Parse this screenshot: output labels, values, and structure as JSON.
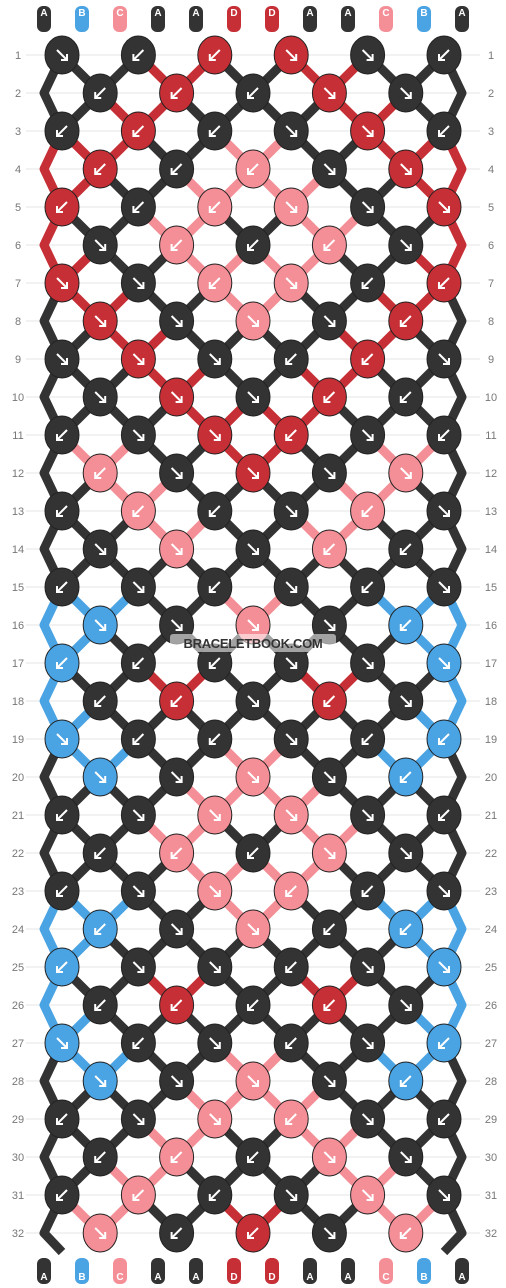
{
  "watermark": "BRACELETBOOK.COM",
  "colors": {
    "A": "#333333",
    "B": "#4aa3e3",
    "C": "#f48f97",
    "D": "#c62f35"
  },
  "strands": [
    "A",
    "B",
    "C",
    "A",
    "A",
    "D",
    "D",
    "A",
    "A",
    "C",
    "B",
    "A"
  ],
  "rows": [
    {
      "num": "1",
      "knots": [
        [
          "A",
          "r"
        ],
        [
          "A",
          "l"
        ],
        [
          "D",
          "l"
        ],
        [
          "D",
          "r"
        ],
        [
          "A",
          "r"
        ],
        [
          "A",
          "l"
        ]
      ]
    },
    {
      "num": "2",
      "knots": [
        [
          "A",
          "l"
        ],
        [
          "D",
          "l"
        ],
        [
          "A",
          "l"
        ],
        [
          "D",
          "r"
        ],
        [
          "A",
          "r"
        ]
      ]
    },
    {
      "num": "3",
      "knots": [
        [
          "A",
          "l"
        ],
        [
          "D",
          "l"
        ],
        [
          "A",
          "l"
        ],
        [
          "A",
          "r"
        ],
        [
          "D",
          "r"
        ],
        [
          "A",
          "l"
        ]
      ]
    },
    {
      "num": "4",
      "knots": [
        [
          "D",
          "l"
        ],
        [
          "A",
          "l"
        ],
        [
          "C",
          "l"
        ],
        [
          "A",
          "r"
        ],
        [
          "D",
          "r"
        ]
      ]
    },
    {
      "num": "5",
      "knots": [
        [
          "D",
          "l"
        ],
        [
          "A",
          "l"
        ],
        [
          "C",
          "l"
        ],
        [
          "C",
          "r"
        ],
        [
          "A",
          "r"
        ],
        [
          "D",
          "r"
        ]
      ]
    },
    {
      "num": "6",
      "knots": [
        [
          "A",
          "r"
        ],
        [
          "C",
          "l"
        ],
        [
          "A",
          "l"
        ],
        [
          "C",
          "l"
        ],
        [
          "A",
          "r"
        ]
      ]
    },
    {
      "num": "7",
      "knots": [
        [
          "D",
          "r"
        ],
        [
          "A",
          "r"
        ],
        [
          "C",
          "l"
        ],
        [
          "C",
          "r"
        ],
        [
          "A",
          "l"
        ],
        [
          "D",
          "l"
        ]
      ]
    },
    {
      "num": "8",
      "knots": [
        [
          "D",
          "r"
        ],
        [
          "A",
          "r"
        ],
        [
          "C",
          "r"
        ],
        [
          "A",
          "r"
        ],
        [
          "D",
          "l"
        ]
      ]
    },
    {
      "num": "9",
      "knots": [
        [
          "A",
          "r"
        ],
        [
          "D",
          "r"
        ],
        [
          "A",
          "r"
        ],
        [
          "A",
          "l"
        ],
        [
          "D",
          "l"
        ],
        [
          "A",
          "r"
        ]
      ]
    },
    {
      "num": "10",
      "knots": [
        [
          "A",
          "r"
        ],
        [
          "D",
          "r"
        ],
        [
          "A",
          "r"
        ],
        [
          "D",
          "l"
        ],
        [
          "A",
          "l"
        ]
      ]
    },
    {
      "num": "11",
      "knots": [
        [
          "A",
          "l"
        ],
        [
          "A",
          "r"
        ],
        [
          "D",
          "r"
        ],
        [
          "D",
          "l"
        ],
        [
          "A",
          "r"
        ],
        [
          "A",
          "l"
        ]
      ]
    },
    {
      "num": "12",
      "knots": [
        [
          "C",
          "l"
        ],
        [
          "A",
          "r"
        ],
        [
          "D",
          "r"
        ],
        [
          "A",
          "r"
        ],
        [
          "C",
          "r"
        ]
      ]
    },
    {
      "num": "13",
      "knots": [
        [
          "A",
          "l"
        ],
        [
          "C",
          "l"
        ],
        [
          "A",
          "l"
        ],
        [
          "A",
          "r"
        ],
        [
          "C",
          "l"
        ],
        [
          "A",
          "r"
        ]
      ]
    },
    {
      "num": "14",
      "knots": [
        [
          "A",
          "r"
        ],
        [
          "C",
          "r"
        ],
        [
          "A",
          "r"
        ],
        [
          "C",
          "l"
        ],
        [
          "A",
          "l"
        ]
      ]
    },
    {
      "num": "15",
      "knots": [
        [
          "A",
          "l"
        ],
        [
          "A",
          "r"
        ],
        [
          "A",
          "l"
        ],
        [
          "A",
          "r"
        ],
        [
          "A",
          "l"
        ],
        [
          "A",
          "r"
        ]
      ]
    },
    {
      "num": "16",
      "knots": [
        [
          "B",
          "r"
        ],
        [
          "A",
          "r"
        ],
        [
          "C",
          "r"
        ],
        [
          "A",
          "r"
        ],
        [
          "B",
          "l"
        ]
      ]
    },
    {
      "num": "17",
      "knots": [
        [
          "B",
          "l"
        ],
        [
          "A",
          "l"
        ],
        [
          "A",
          "l"
        ],
        [
          "A",
          "r"
        ],
        [
          "A",
          "r"
        ],
        [
          "B",
          "r"
        ]
      ]
    },
    {
      "num": "18",
      "knots": [
        [
          "A",
          "l"
        ],
        [
          "D",
          "l"
        ],
        [
          "A",
          "r"
        ],
        [
          "D",
          "l"
        ],
        [
          "A",
          "r"
        ]
      ]
    },
    {
      "num": "19",
      "knots": [
        [
          "B",
          "r"
        ],
        [
          "A",
          "l"
        ],
        [
          "A",
          "l"
        ],
        [
          "A",
          "r"
        ],
        [
          "A",
          "l"
        ],
        [
          "B",
          "l"
        ]
      ]
    },
    {
      "num": "20",
      "knots": [
        [
          "B",
          "r"
        ],
        [
          "A",
          "r"
        ],
        [
          "C",
          "r"
        ],
        [
          "A",
          "r"
        ],
        [
          "B",
          "l"
        ]
      ]
    },
    {
      "num": "21",
      "knots": [
        [
          "A",
          "l"
        ],
        [
          "A",
          "r"
        ],
        [
          "C",
          "r"
        ],
        [
          "C",
          "r"
        ],
        [
          "A",
          "r"
        ],
        [
          "A",
          "l"
        ]
      ]
    },
    {
      "num": "22",
      "knots": [
        [
          "A",
          "l"
        ],
        [
          "C",
          "l"
        ],
        [
          "A",
          "l"
        ],
        [
          "C",
          "r"
        ],
        [
          "A",
          "r"
        ]
      ]
    },
    {
      "num": "23",
      "knots": [
        [
          "A",
          "l"
        ],
        [
          "A",
          "r"
        ],
        [
          "C",
          "r"
        ],
        [
          "C",
          "l"
        ],
        [
          "A",
          "l"
        ],
        [
          "A",
          "r"
        ]
      ]
    },
    {
      "num": "24",
      "knots": [
        [
          "B",
          "l"
        ],
        [
          "A",
          "r"
        ],
        [
          "C",
          "r"
        ],
        [
          "A",
          "l"
        ],
        [
          "B",
          "l"
        ]
      ]
    },
    {
      "num": "25",
      "knots": [
        [
          "B",
          "l"
        ],
        [
          "A",
          "r"
        ],
        [
          "A",
          "r"
        ],
        [
          "A",
          "l"
        ],
        [
          "A",
          "r"
        ],
        [
          "B",
          "r"
        ]
      ]
    },
    {
      "num": "26",
      "knots": [
        [
          "A",
          "l"
        ],
        [
          "D",
          "l"
        ],
        [
          "A",
          "l"
        ],
        [
          "D",
          "l"
        ],
        [
          "A",
          "r"
        ]
      ]
    },
    {
      "num": "27",
      "knots": [
        [
          "B",
          "r"
        ],
        [
          "A",
          "l"
        ],
        [
          "A",
          "r"
        ],
        [
          "A",
          "l"
        ],
        [
          "A",
          "r"
        ],
        [
          "B",
          "l"
        ]
      ]
    },
    {
      "num": "28",
      "knots": [
        [
          "B",
          "r"
        ],
        [
          "A",
          "r"
        ],
        [
          "C",
          "r"
        ],
        [
          "A",
          "r"
        ],
        [
          "B",
          "l"
        ]
      ]
    },
    {
      "num": "29",
      "knots": [
        [
          "A",
          "l"
        ],
        [
          "A",
          "r"
        ],
        [
          "C",
          "r"
        ],
        [
          "C",
          "l"
        ],
        [
          "A",
          "r"
        ],
        [
          "A",
          "l"
        ]
      ]
    },
    {
      "num": "30",
      "knots": [
        [
          "A",
          "l"
        ],
        [
          "C",
          "l"
        ],
        [
          "A",
          "l"
        ],
        [
          "C",
          "r"
        ],
        [
          "A",
          "r"
        ]
      ]
    },
    {
      "num": "31",
      "knots": [
        [
          "A",
          "l"
        ],
        [
          "C",
          "l"
        ],
        [
          "A",
          "l"
        ],
        [
          "A",
          "r"
        ],
        [
          "C",
          "r"
        ],
        [
          "A",
          "r"
        ]
      ]
    },
    {
      "num": "32",
      "knots": [
        [
          "C",
          "r"
        ],
        [
          "A",
          "l"
        ],
        [
          "D",
          "l"
        ],
        [
          "A",
          "r"
        ],
        [
          "C",
          "l"
        ]
      ]
    }
  ]
}
